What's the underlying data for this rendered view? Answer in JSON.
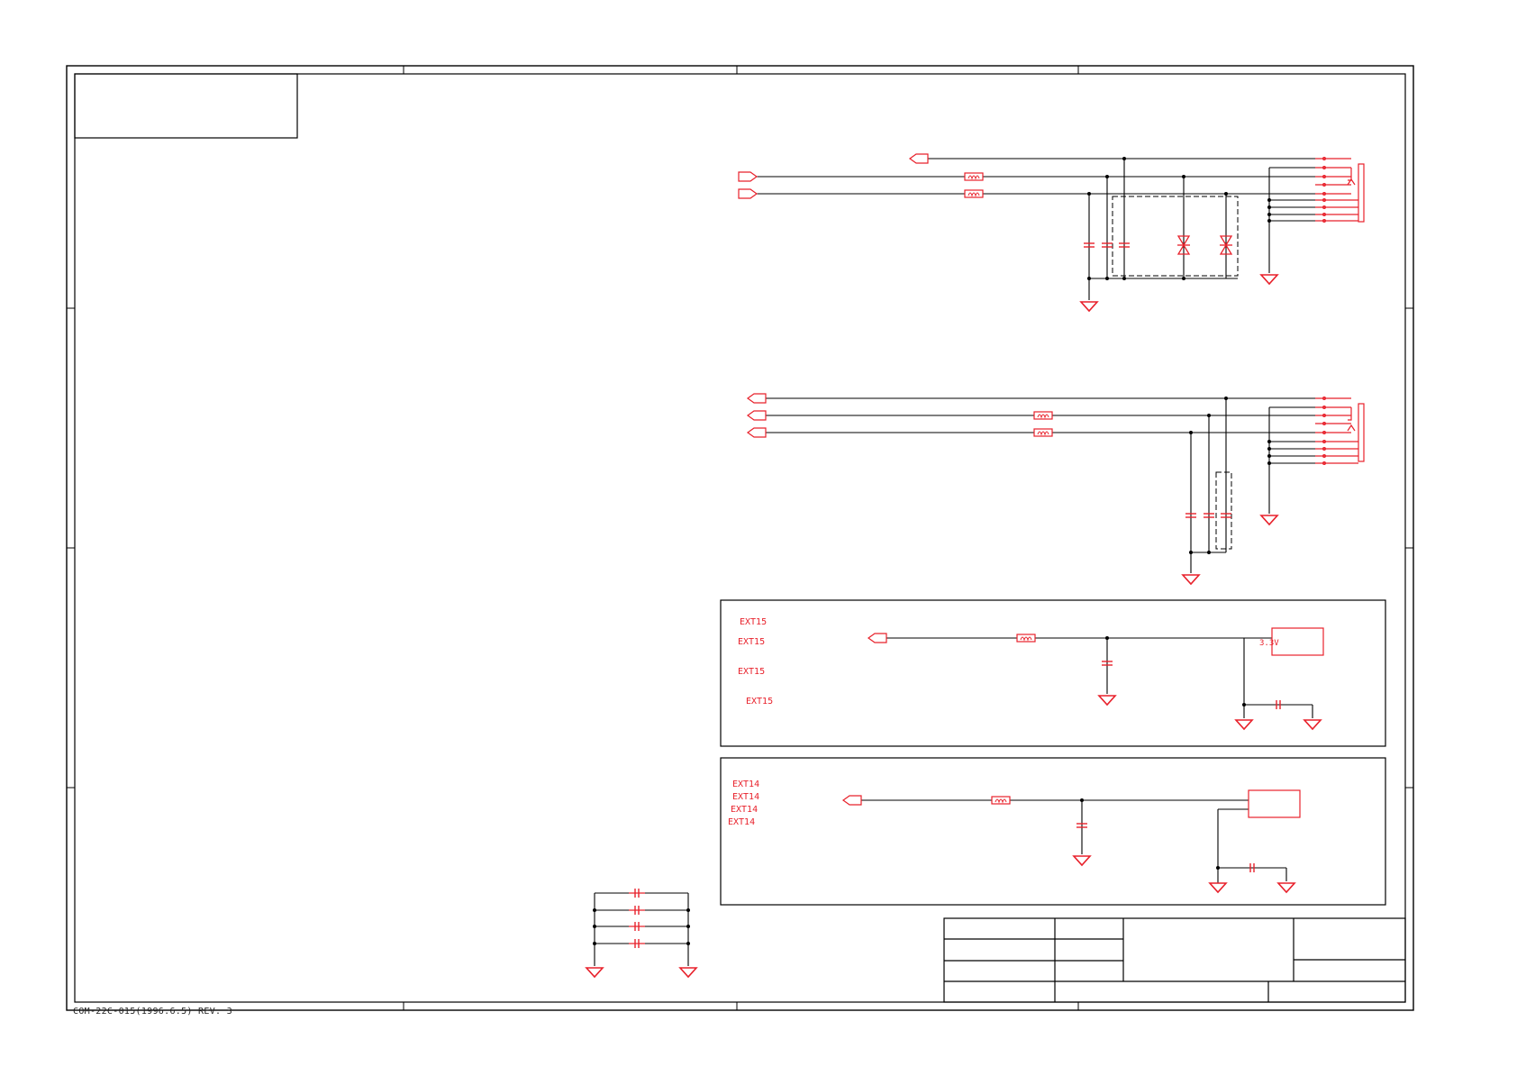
{
  "colors": {
    "component": "#e8212b",
    "wire": "#000000",
    "frame": "#000000",
    "background": "#ffffff"
  },
  "schematic": {
    "sections": [
      {
        "id": "ext15-block",
        "net_labels": [
          "EXT15",
          "EXT15",
          "EXT15",
          "EXT15"
        ],
        "regulator_label": "3.3V"
      },
      {
        "id": "ext14-block",
        "net_labels": [
          "EXT14",
          "EXT14",
          "EXT14",
          "EXT14"
        ]
      }
    ],
    "icons": [
      "ground-icon",
      "capacitor-icon",
      "ferrite-bead-icon",
      "diode-icon",
      "port-connector-icon",
      "jack-connector-icon"
    ]
  },
  "footer": {
    "form_id": "COM-22C-015(1996.6.5) REV. 3"
  }
}
